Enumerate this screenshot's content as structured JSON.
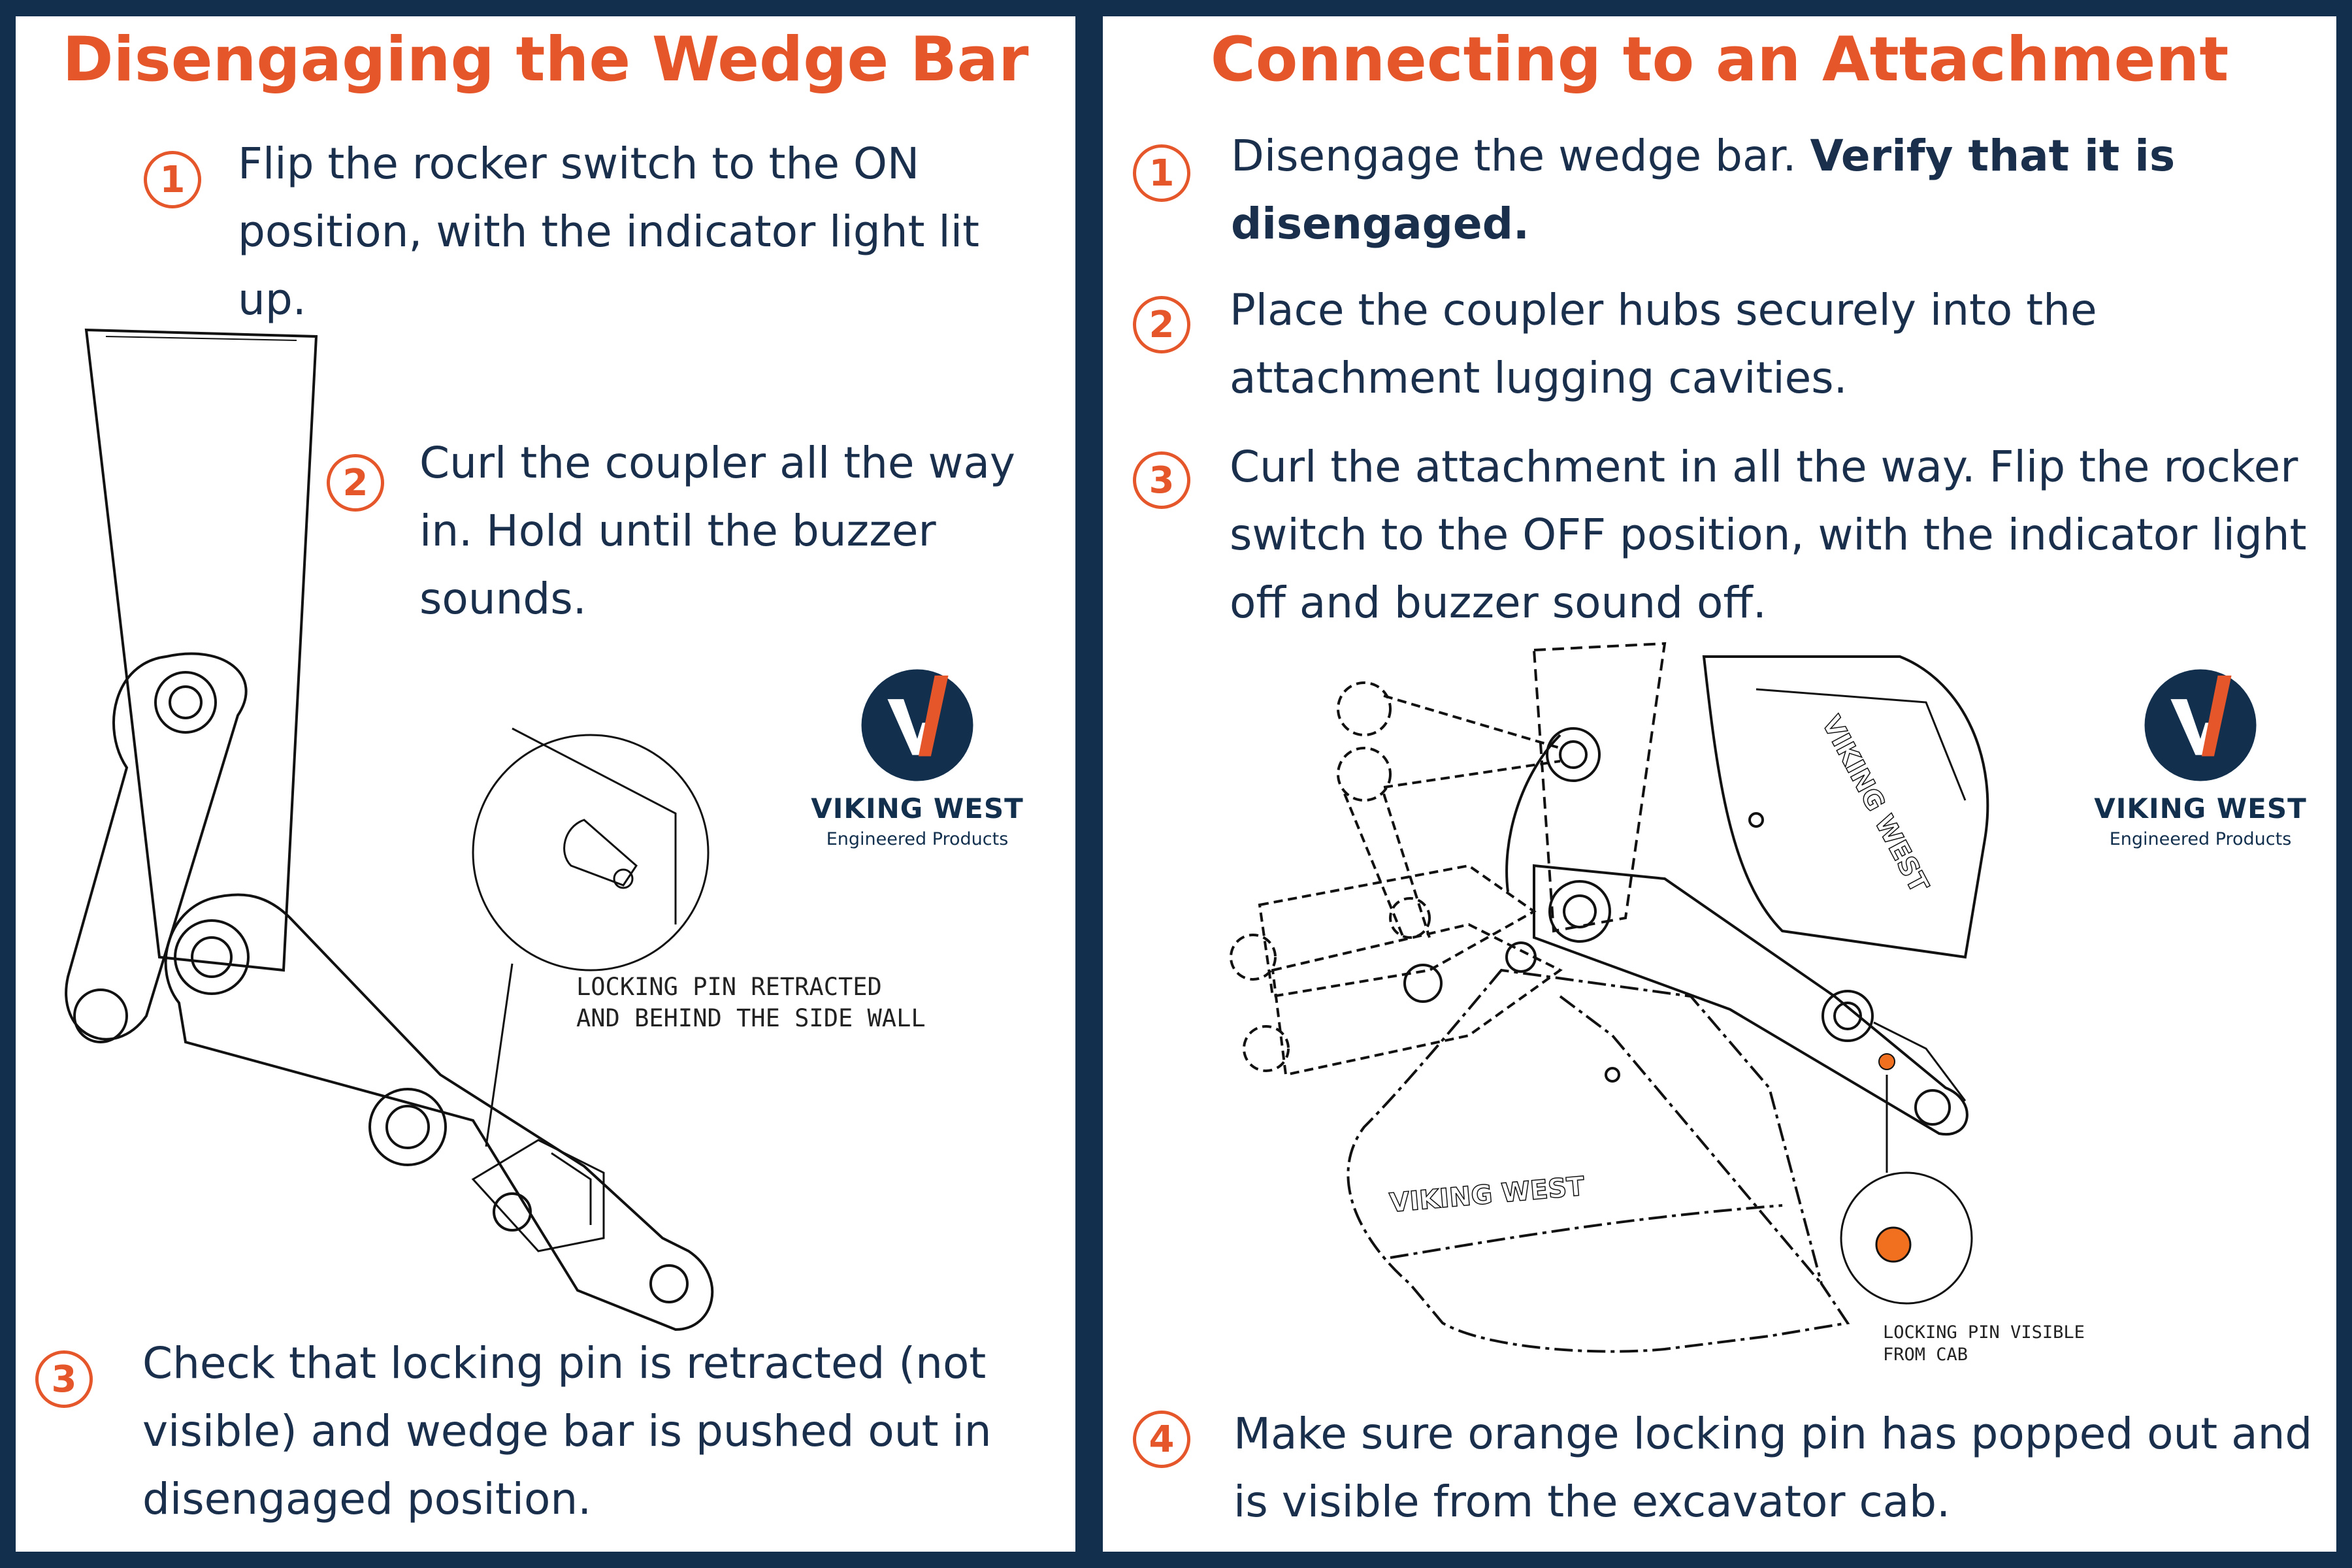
{
  "left_panel": {
    "title": "Disengaging the Wedge Bar",
    "steps": [
      {
        "number": "1",
        "text": "Flip the rocker switch to the ON position, with the indicator light lit up."
      },
      {
        "number": "2",
        "text": "Curl the coupler all the way in. Hold until the buzzer sounds."
      },
      {
        "number": "3",
        "text": "Check that locking pin is retracted (not visible) and wedge bar is pushed out in disengaged position."
      }
    ],
    "callout": "LOCKING PIN RETRACTED\nAND BEHIND THE SIDE WALL",
    "logo": {
      "name": "VIKING WEST",
      "tagline": "Engineered Products",
      "icon": "viking-west-logo-icon"
    }
  },
  "right_panel": {
    "title": "Connecting to an Attachment",
    "steps": [
      {
        "number": "1",
        "text": "Disengage the wedge bar. ",
        "bold": "Verify that it is disengaged."
      },
      {
        "number": "2",
        "text": "Place the coupler hubs securely into the attachment lugging cavities."
      },
      {
        "number": "3",
        "text": "Curl the attachment in all the way. Flip the rocker switch to the OFF position, with the indicator light off and buzzer sound off."
      },
      {
        "number": "4",
        "text": "Make sure orange locking pin has popped out and is visible from the excavator cab."
      }
    ],
    "callout": "LOCKING PIN VISIBLE\nFROM CAB",
    "bucket_branding": "VIKING WEST",
    "logo": {
      "name": "VIKING WEST",
      "tagline": "Engineered Products",
      "icon": "viking-west-logo-icon"
    }
  },
  "colors": {
    "accent": "#e5572a",
    "navy": "#12304e",
    "text": "#1a2f4c",
    "pin": "#f07020"
  }
}
